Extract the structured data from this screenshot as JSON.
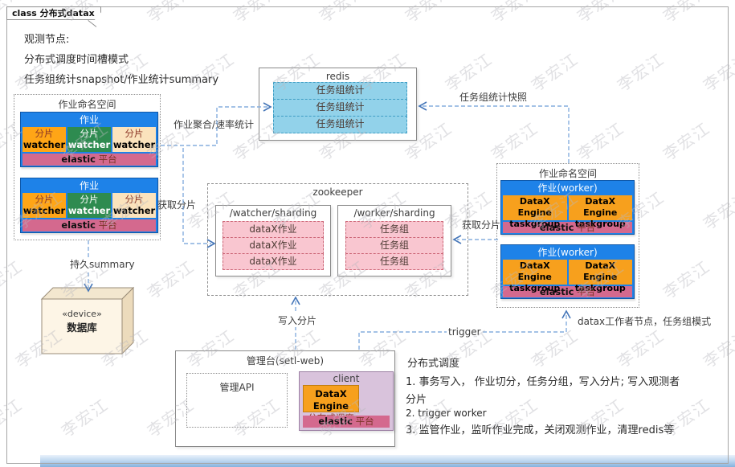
{
  "frame": {
    "title": "class 分布式datax架构"
  },
  "watermark": {
    "text": "李宏江"
  },
  "top_notes": {
    "l1": "观测节点:",
    "l2": "分布式调度时间槽模式",
    "l3": "任务组统计snapshot/作业统计summary"
  },
  "left_namespace": {
    "title": "作业命名空间",
    "box1": {
      "header": "作业",
      "cells": [
        {
          "cn": "分片",
          "en": "watcher"
        },
        {
          "cn": "分片",
          "en": "watcher"
        },
        {
          "cn": "分片",
          "en": "watcher"
        }
      ],
      "platform": {
        "en": "elastic",
        "cn": "平台"
      }
    },
    "box2": {
      "header": "作业",
      "cells": [
        {
          "cn": "分片",
          "en": "watcher"
        },
        {
          "cn": "分片",
          "en": "watcher"
        },
        {
          "cn": "分片",
          "en": "watcher"
        }
      ],
      "platform": {
        "en": "elastic",
        "cn": "平台"
      }
    }
  },
  "redis": {
    "title": "redis",
    "rows": [
      "任务组统计",
      "任务组统计",
      "任务组统计"
    ]
  },
  "zookeeper": {
    "title": "zookeeper",
    "watcher": {
      "title": "/watcher/sharding",
      "rows": [
        "dataX作业",
        "dataX作业",
        "dataX作业"
      ]
    },
    "worker": {
      "title": "/worker/sharding",
      "rows": [
        "任务组",
        "任务组",
        "任务组"
      ]
    }
  },
  "right_namespace": {
    "title": "作业命名空间",
    "box1": {
      "header": "作业(worker)",
      "cells": [
        {
          "cn": "DataX Engine",
          "en": "taskgroup"
        },
        {
          "cn": "DataX Engine",
          "en": "taskgroup"
        }
      ],
      "platform": {
        "en": "elastic",
        "cn": "平台"
      }
    },
    "box2": {
      "header": "作业(worker)",
      "cells": [
        {
          "cn": "DataX Engine",
          "en": "taskgroup"
        },
        {
          "cn": "DataX Engine",
          "en": "taskgroup"
        }
      ],
      "platform": {
        "en": "elastic",
        "cn": "平台"
      }
    }
  },
  "device": {
    "stereotype": "«device»",
    "name": "数据库"
  },
  "console": {
    "title": "管理台(setl-web)",
    "api_label": "管理API",
    "client": {
      "title": "client",
      "engine_line1": "DataX Engine",
      "engine_line2": "分布式调度",
      "platform": {
        "en": "elastic",
        "cn": "平台"
      }
    }
  },
  "connector_labels": {
    "job_aggregation": "作业聚合/速率统计",
    "taskgroup_snapshot": "任务组统计快照",
    "get_shard_left": "获取分片",
    "get_shard_right": "获取分片",
    "persist_summary": "持久summary",
    "write_shard": "写入分片",
    "trigger": "trigger",
    "worker_note": "datax工作者节点，任务组模式"
  },
  "bottom_notes": {
    "title": "分布式调度",
    "l1": "1. 事务写入， 作业切分，任务分组，写入分片; 写入观测者",
    "l2": "分片",
    "l3": "2. trigger worker",
    "l4": "3. 监管作业，监听作业完成，关闭观测作业，清理redis等"
  },
  "colors": {
    "job_blue": "#1e82e8",
    "job_blue_border": "#0f57a8",
    "cell_orange": "#ffa516",
    "cell_green": "#2e8b50",
    "cell_cream": "#fbe3bd",
    "elastic_pink": "#d4698e",
    "redis_row_blue": "#92d2ea",
    "redis_row_border": "#3e9dc4",
    "zk_row_pink": "#f9c6d0",
    "zk_row_border": "#cc6677",
    "client_lavender": "#d9c3dc",
    "engine_orange": "#f7a01d",
    "connector_blue": "#85aede",
    "arrow_blue": "#4576b8"
  }
}
